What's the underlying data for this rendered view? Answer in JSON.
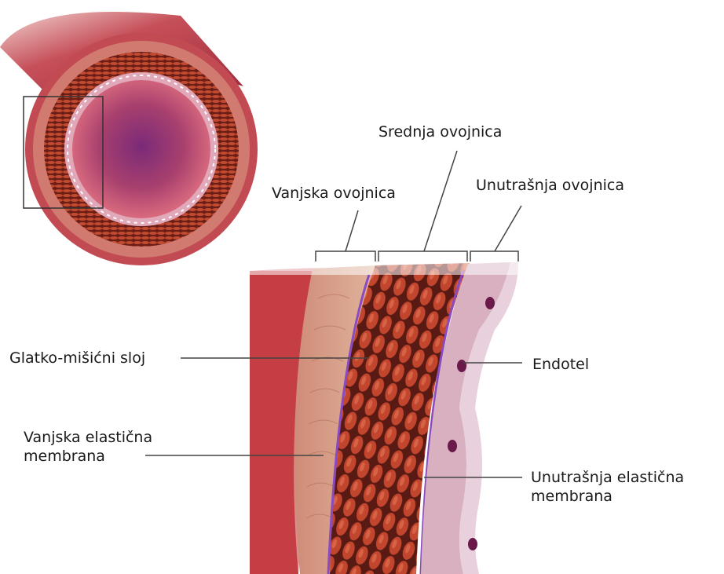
{
  "labels": {
    "srednja": "Srednja ovojnica",
    "vanjska": "Vanjska ovojnica",
    "unutarnja": "Unutrašnja ovojnica",
    "glatko": "Glatko-mišićni sloj",
    "endotel": "Endotel",
    "vanjska_elasticna_1": "Vanjska elastična",
    "vanjska_elasticna_2": "membrana",
    "unutarnja_elasticna_1": "Unutrašnja elastična",
    "unutarnja_elasticna_2": "membrana"
  },
  "colors": {
    "outer_wall": "#c0404a",
    "adventitia": "#d9a48c",
    "muscle": "#b8402c",
    "muscle_dark": "#5a1a14",
    "lumen": "#9a3a7a",
    "elastic_membrane": "#8a4bc0",
    "intima": "#d8b0c0",
    "nucleus": "#6a1a4a"
  }
}
